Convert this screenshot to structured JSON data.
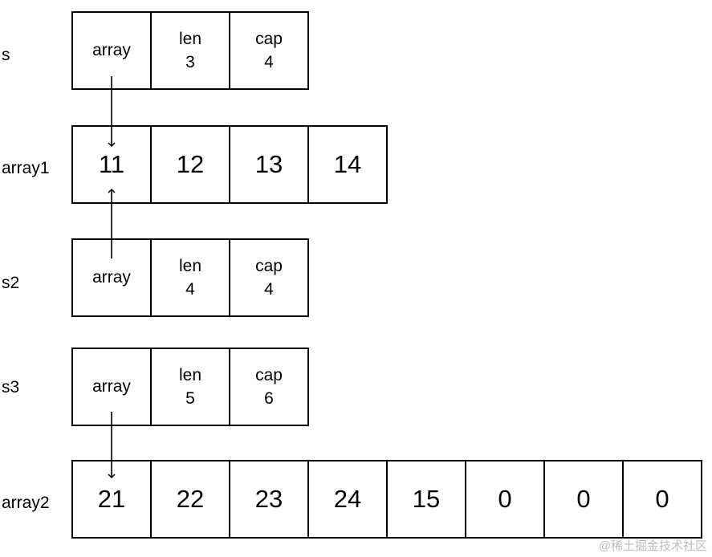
{
  "rows": {
    "s": {
      "label": "s",
      "fields": [
        {
          "name": "array",
          "value": ""
        },
        {
          "name": "len",
          "value": "3"
        },
        {
          "name": "cap",
          "value": "4"
        }
      ]
    },
    "array1": {
      "label": "array1",
      "values": [
        "11",
        "12",
        "13",
        "14"
      ]
    },
    "s2": {
      "label": "s2",
      "fields": [
        {
          "name": "array",
          "value": ""
        },
        {
          "name": "len",
          "value": "4"
        },
        {
          "name": "cap",
          "value": "4"
        }
      ]
    },
    "s3": {
      "label": "s3",
      "fields": [
        {
          "name": "array",
          "value": ""
        },
        {
          "name": "len",
          "value": "5"
        },
        {
          "name": "cap",
          "value": "6"
        }
      ]
    },
    "array2": {
      "label": "array2",
      "values": [
        "21",
        "22",
        "23",
        "24",
        "15",
        "0",
        "0",
        "0"
      ]
    }
  },
  "watermark": "@稀土掘金技术社区"
}
